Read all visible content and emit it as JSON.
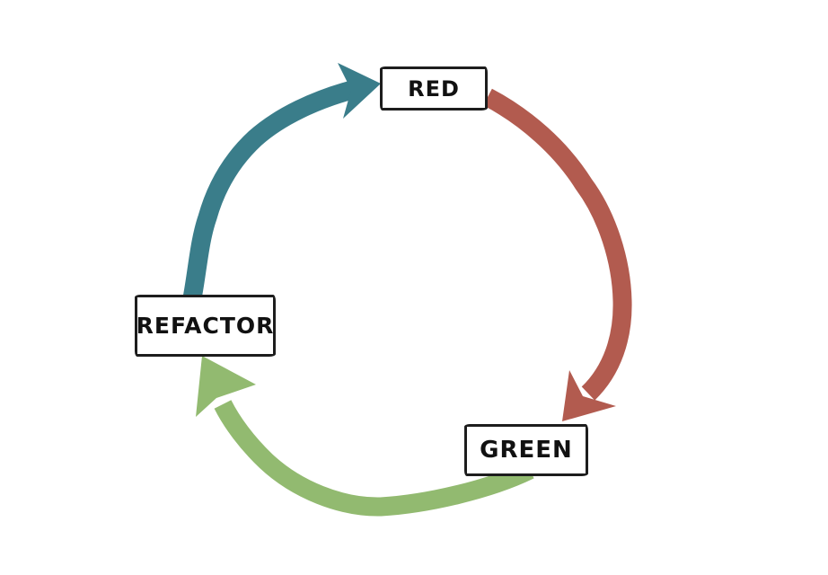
{
  "diagram": {
    "type": "cycle",
    "nodes": [
      {
        "id": "red",
        "label": "RED"
      },
      {
        "id": "green",
        "label": "GREEN"
      },
      {
        "id": "refactor",
        "label": "REFACTOR"
      }
    ],
    "edges": [
      {
        "name": "refactor-to-red",
        "from": "REFACTOR",
        "to": "RED",
        "color": "#3a7d8a"
      },
      {
        "name": "red-to-green",
        "from": "RED",
        "to": "GREEN",
        "color": "#b25b4f"
      },
      {
        "name": "green-to-refactor",
        "from": "GREEN",
        "to": "REFACTOR",
        "color": "#92ba70"
      }
    ],
    "colors": {
      "arrow_teal": "#3a7d8a",
      "arrow_red": "#b25b4f",
      "arrow_green": "#92ba70",
      "box_border": "#1d1d1d",
      "box_fill": "#ffffff",
      "text": "#111111",
      "background": "#ffffff"
    }
  }
}
